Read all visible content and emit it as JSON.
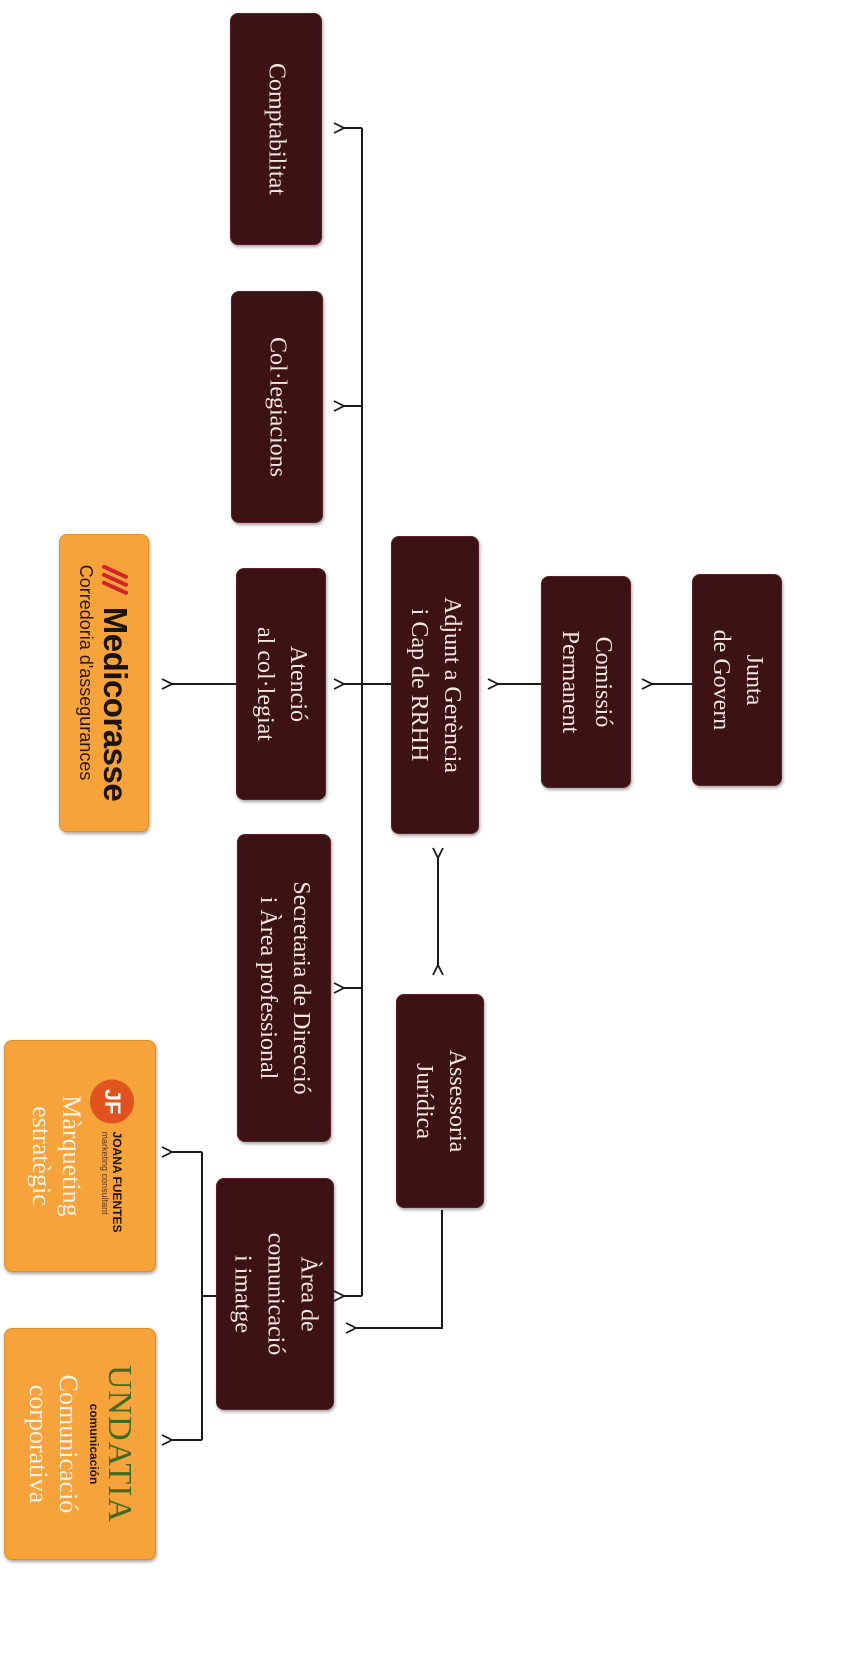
{
  "colors": {
    "box_dark": "#3c1214",
    "box_orange": "#f5a33a",
    "box_text": "#f3e7de",
    "connector": "#1a1a1a",
    "medicorasse_accent": "#d2232a",
    "joana_fuentes_accent": "#e0531f",
    "undatia_accent": "#3f6a22"
  },
  "nodes": {
    "junta": {
      "lines": [
        "Junta",
        "de Govern"
      ]
    },
    "comissio": {
      "lines": [
        "Comissió",
        "Permanent"
      ]
    },
    "adjunt": {
      "lines": [
        "Adjunt a Gerència",
        "i Cap de RRHH"
      ]
    },
    "assessoria": {
      "lines": [
        "Assessoria",
        "Jurídica"
      ]
    },
    "comptabilitat": {
      "lines": [
        "Comptabilitat"
      ]
    },
    "collegiacions": {
      "lines": [
        "Col·legiacions"
      ]
    },
    "atencio": {
      "lines": [
        "Atenció",
        "al col·legiat"
      ]
    },
    "secretaria": {
      "lines": [
        "Secretaria de Direcció",
        "i Àrea professional"
      ]
    },
    "comunicacio": {
      "lines": [
        "Àrea de",
        "comunicació",
        "i imatge"
      ]
    }
  },
  "partners": {
    "medicorasse": {
      "name": "Medicorasse",
      "subtitle": "Corredoria d'assegurances",
      "icon": "medicorasse-logo-icon"
    },
    "joana_fuentes": {
      "initials": "JF",
      "name": "JOANA FUENTES",
      "tagline": "marketing consultant",
      "lines": [
        "Màrqueting",
        "estratègic"
      ]
    },
    "undatia": {
      "name": "UNDATIA",
      "subname": "comunicación",
      "lines": [
        "Comunicació",
        "corporativa"
      ]
    }
  }
}
